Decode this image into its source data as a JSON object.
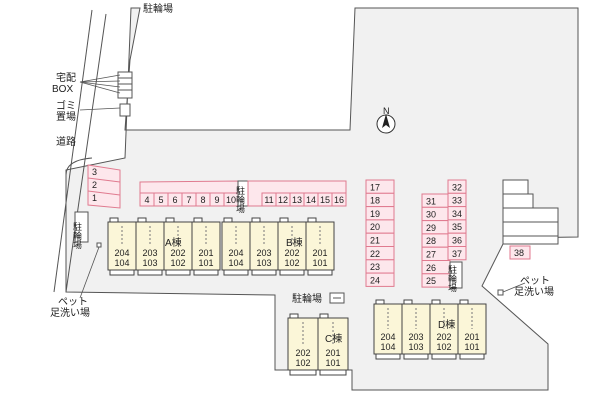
{
  "labels": {
    "bicycle_parking_top": "駐輪場",
    "delivery_box_1": "宅配",
    "delivery_box_2": "BOX",
    "garbage_1": "ゴミ",
    "garbage_2": "置場",
    "road": "道路",
    "bicycle_parking_left": "駐輪場",
    "pet_left_1": "ペット",
    "pet_left_2": "足洗い場",
    "pet_right_1": "ペット",
    "pet_right_2": "足洗い場",
    "bicycle_parking_center": "駐輪場",
    "bicycle_parking_row1": "駐輪場",
    "bicycle_parking_row2": "駐輪場",
    "north": "N"
  },
  "buildings": {
    "a": {
      "name": "A棟",
      "rooms": [
        [
          "204",
          "104"
        ],
        [
          "203",
          "103"
        ],
        [
          "202",
          "102"
        ],
        [
          "201",
          "101"
        ]
      ]
    },
    "b": {
      "name": "B棟",
      "rooms": [
        [
          "204",
          "104"
        ],
        [
          "203",
          "103"
        ],
        [
          "202",
          "102"
        ],
        [
          "201",
          "101"
        ]
      ]
    },
    "c": {
      "name": "C棟",
      "rooms": [
        [
          "202",
          "102"
        ],
        [
          "201",
          "101"
        ]
      ]
    },
    "d": {
      "name": "D棟",
      "rooms": [
        [
          "204",
          "104"
        ],
        [
          "203",
          "103"
        ],
        [
          "202",
          "102"
        ],
        [
          "201",
          "101"
        ]
      ]
    }
  },
  "parking": {
    "left_column": [
      "3",
      "2",
      "1"
    ],
    "row_a": [
      "4",
      "5",
      "6",
      "7",
      "8",
      "9",
      "10"
    ],
    "row_b": [
      "11",
      "12",
      "13",
      "14",
      "15",
      "16"
    ],
    "col_17": [
      "17",
      "18",
      "19",
      "20",
      "21",
      "22",
      "23",
      "24"
    ],
    "col_25": [
      "25",
      "26",
      "27",
      "28",
      "29",
      "30",
      "31"
    ],
    "col_32": [
      "32",
      "33",
      "34",
      "35",
      "36",
      "37"
    ],
    "single": "38"
  },
  "colors": {
    "ground": "#f1f1f1",
    "outline": "#555555",
    "parking_fill": "#fde7ec",
    "parking_stroke": "#e07a8f",
    "building_fill": "#fbf6d8",
    "building_stroke": "#444444"
  }
}
